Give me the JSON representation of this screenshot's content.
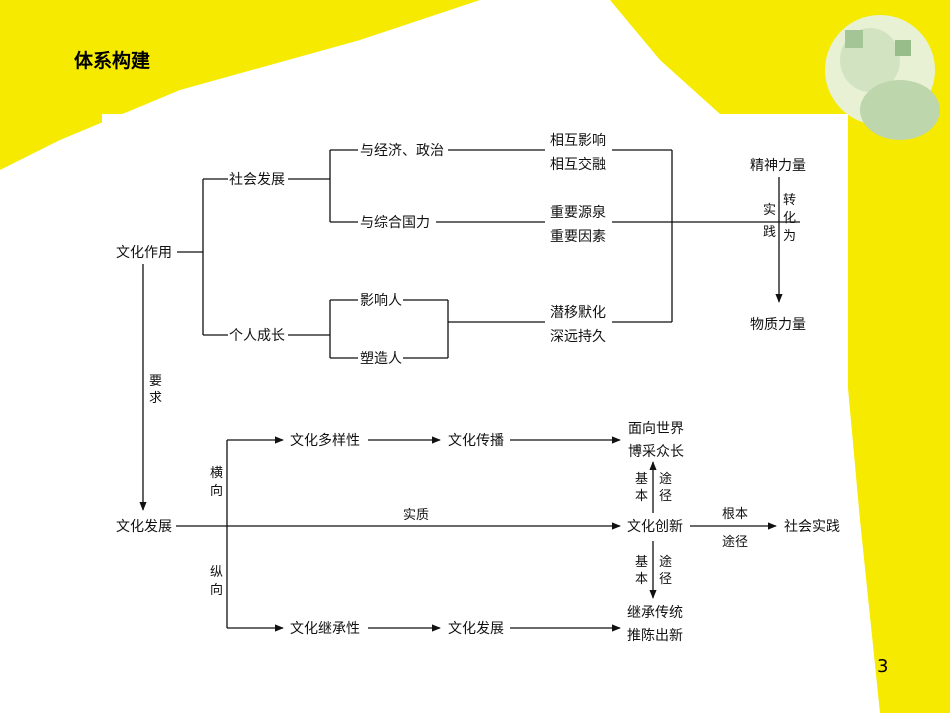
{
  "slide": {
    "title": "体系构建",
    "page_number": "3"
  },
  "diagram": {
    "root": "文化作用",
    "branch_social": "社会发展",
    "branch_personal": "个人成长",
    "econ_politics": "与经济、政治",
    "national_power": "与综合国力",
    "mutual_influence": "相互影响",
    "mutual_blend": "相互交融",
    "important_source": "重要源泉",
    "important_factor": "重要因素",
    "influence_people": "影响人",
    "shape_people": "塑造人",
    "subtle_1": "潜移默化",
    "subtle_2": "深远持久",
    "spirit_power": "精神力量",
    "material_power": "物质力量",
    "practice_1": "实",
    "practice_2": "践",
    "transform_1": "转",
    "transform_2": "化",
    "transform_3": "为",
    "require_1": "要",
    "require_2": "求",
    "culture_dev": "文化发展",
    "horizontal_1": "横",
    "horizontal_2": "向",
    "vertical_1": "纵",
    "vertical_2": "向",
    "diversity": "文化多样性",
    "transmission": "文化传播",
    "world_1": "面向世界",
    "world_2": "博采众长",
    "essence": "实质",
    "innovation": "文化创新",
    "root_label": "根本",
    "path_label": "途径",
    "social_practice": "社会实践",
    "basic_up_1": "基",
    "basic_up_2": "本",
    "path_up_1": "途",
    "path_up_2": "径",
    "basic_down_1": "基",
    "basic_down_2": "本",
    "path_down_1": "途",
    "path_down_2": "径",
    "inheritance": "文化继承性",
    "development": "文化发展",
    "inherit_1": "继承传统",
    "inherit_2": "推陈出新"
  },
  "colors": {
    "background_yellow": "#f5ea00",
    "line": "#111111"
  }
}
